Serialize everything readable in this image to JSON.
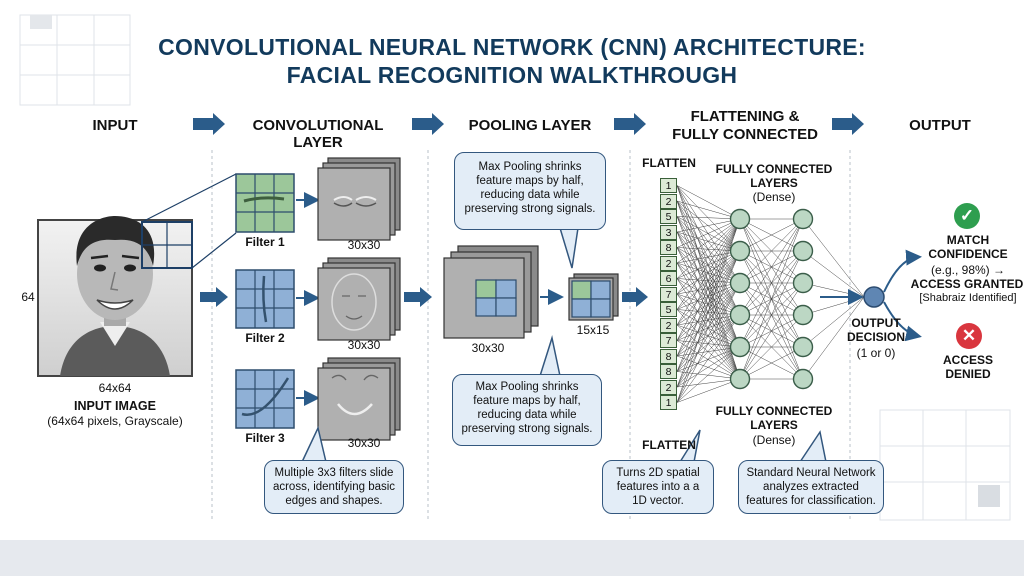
{
  "title": {
    "line1": "CONVOLUTIONAL NEURAL NETWORK (CNN) ARCHITECTURE:",
    "line2": "FACIAL RECOGNITION WALKTHROUGH"
  },
  "sections": {
    "input": "INPUT",
    "conv": "CONVOLUTIONAL LAYER",
    "pool": "POOLING LAYER",
    "flat_fc1": "FLATTENING &",
    "flat_fc2": "FULLY CONNECTED",
    "output": "OUTPUT"
  },
  "input": {
    "size_left": "64",
    "size_bottom": "64x64",
    "caption_title": "INPUT IMAGE",
    "caption_sub": "(64x64 pixels, Grayscale)"
  },
  "conv": {
    "filters": [
      "Filter 1",
      "Filter 2",
      "Filter 3"
    ],
    "map_size": "30x30",
    "note": "Multiple 3x3 filters slide across, identifying basic edges and shapes."
  },
  "pool": {
    "stack_size": "30x30",
    "pooled_size": "15x15",
    "note_top": "Max Pooling shrinks feature maps by half, reducing data while preserving strong signals.",
    "note_bottom": "Max Pooling shrinks feature maps by half, reducing data while preserving strong signals."
  },
  "flatten": {
    "label_top": "FLATTEN",
    "label_bottom": "FLATTEN",
    "values": [
      "1",
      "2",
      "5",
      "3",
      "8",
      "2",
      "6",
      "7",
      "5",
      "2",
      "7",
      "8",
      "8",
      "2",
      "1"
    ],
    "note": "Turns 2D spatial features into a a 1D vector."
  },
  "fc": {
    "title_top": "FULLY CONNECTED LAYERS",
    "sub_top": "(Dense)",
    "title_bottom": "FULLY CONNECTED LAYERS",
    "sub_bottom": "(Dense)",
    "note": "Standard Neural Network analyzes extracted features for classification."
  },
  "output": {
    "decision_title": "OUTPUT DECISION",
    "decision_sub": "(1 or 0)",
    "match_title": "MATCH CONFIDENCE",
    "match_sub": "(e.g., 98%) →",
    "access_granted": "ACCESS GRANTED",
    "identified": "[Shabraiz Identified]",
    "access_denied": "ACCESS DENIED",
    "check_glyph": "✓",
    "cross_glyph": "✕"
  },
  "colors": {
    "navy": "#123a5c",
    "arrow": "#2b5c8a",
    "green_filter": "#9cc79a",
    "blue_filter": "#8fb0d6",
    "node": "#bcd7c4",
    "ok": "#2e9e4f",
    "deny": "#d9363e"
  }
}
